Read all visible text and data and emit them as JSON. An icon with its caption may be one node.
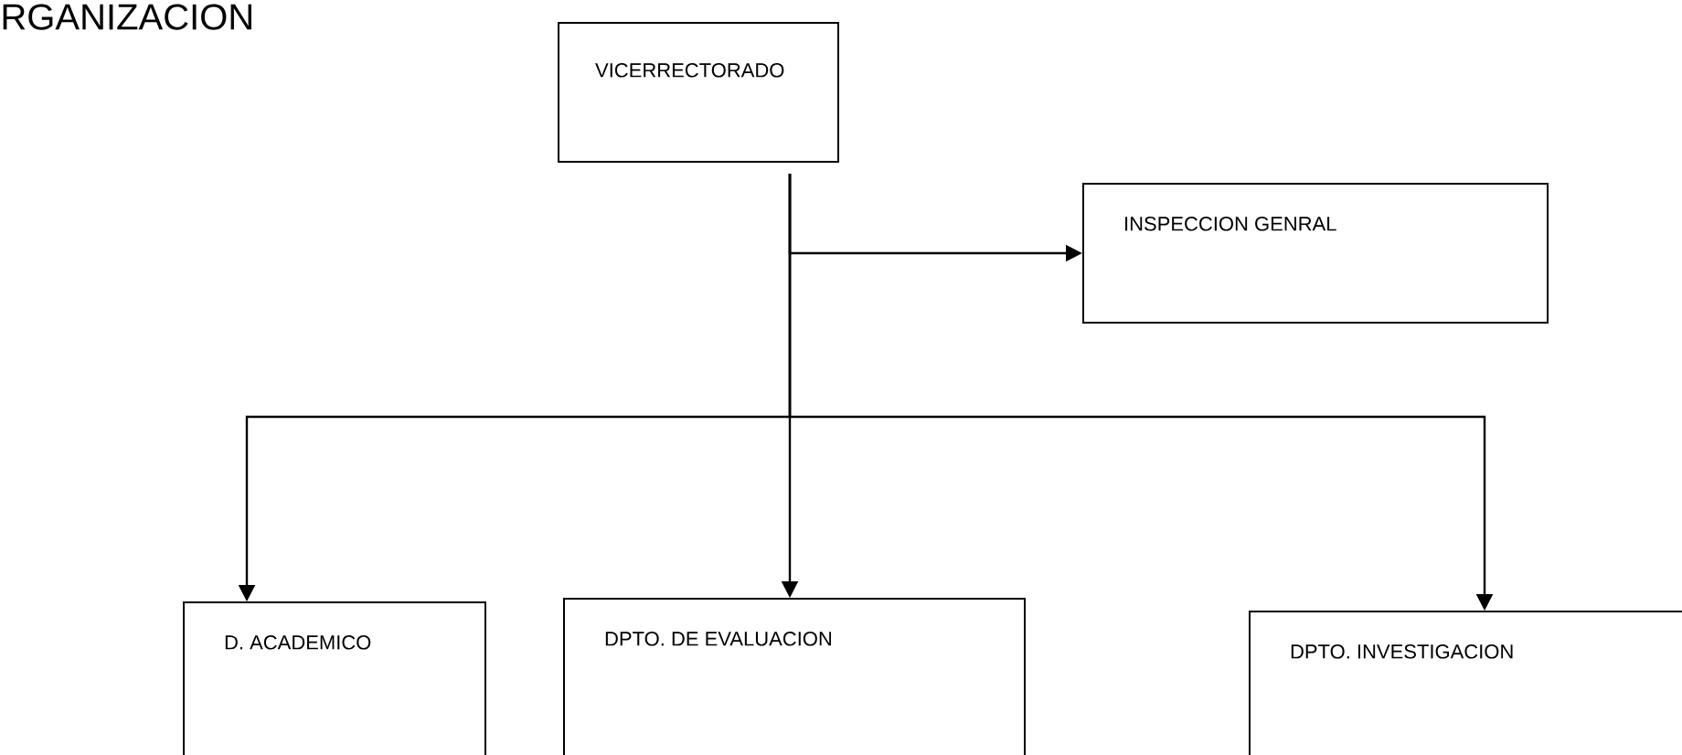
{
  "diagram": {
    "title": "RGANIZACION",
    "nodes": [
      {
        "text": [
          "VICERRECTORADO"
        ]
      },
      {
        "text": [
          "INSPECCION GENRAL"
        ]
      },
      {
        "text": [
          "D. ACADEMICO"
        ]
      },
      {
        "text": [
          "DPTO. DE EVALUACION"
        ]
      },
      {
        "text": [
          "DPTO. INVESTIGACION"
        ]
      }
    ],
    "edges": [
      {
        "from": 0,
        "to": 1,
        "arrow": "to"
      },
      {
        "from": 0,
        "to": 2,
        "arrow": "to"
      },
      {
        "from": 0,
        "to": 3,
        "arrow": "to"
      },
      {
        "from": 0,
        "to": 4,
        "arrow": "to"
      }
    ]
  }
}
